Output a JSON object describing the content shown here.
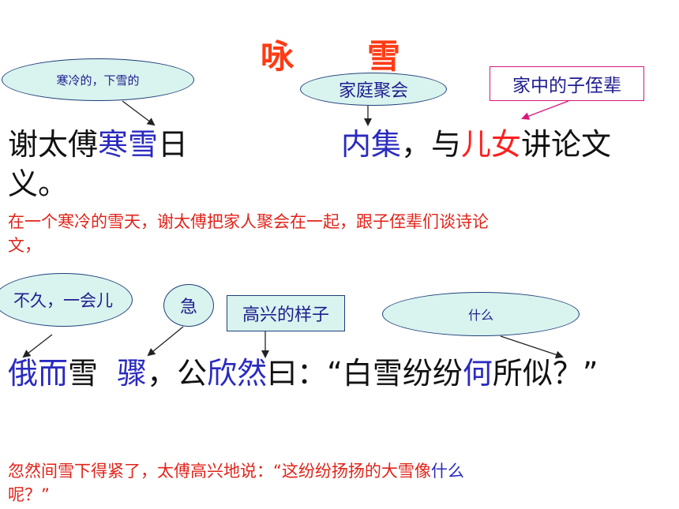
{
  "title": {
    "char1": "咏",
    "char2": "雪"
  },
  "notes": {
    "cold_snow": "寒冷的，下雪的",
    "family_gathering": "家庭聚会",
    "juniors": "家中的子侄辈",
    "soon": "不久，一会儿",
    "urgent": "急",
    "happy": "高兴的样子",
    "what": "什么"
  },
  "line1": {
    "p1": "谢太傅",
    "p2": "寒雪",
    "p3": "日",
    "p4": "内集",
    "p5": "，与",
    "p6": "儿女",
    "p7": "讲论文"
  },
  "line2": {
    "text": "义。"
  },
  "trans1": {
    "line1": "在一个寒冷的雪天，谢太傅把家人聚会在一起，跟子侄辈们谈诗论",
    "line2": "文，"
  },
  "line3": {
    "p1": "俄而",
    "p2": "雪 ",
    "p3": "骤",
    "p4": "，公",
    "p5": "欣然",
    "p6": "曰：“白雪纷纷",
    "p7": "何",
    "p8": "所似？”"
  },
  "trans2": {
    "p1": "忽然间雪下得紧了，太傅高兴地说：“这纷纷扬扬的大雪像",
    "p2": "什么",
    "line2": "呢？”"
  }
}
